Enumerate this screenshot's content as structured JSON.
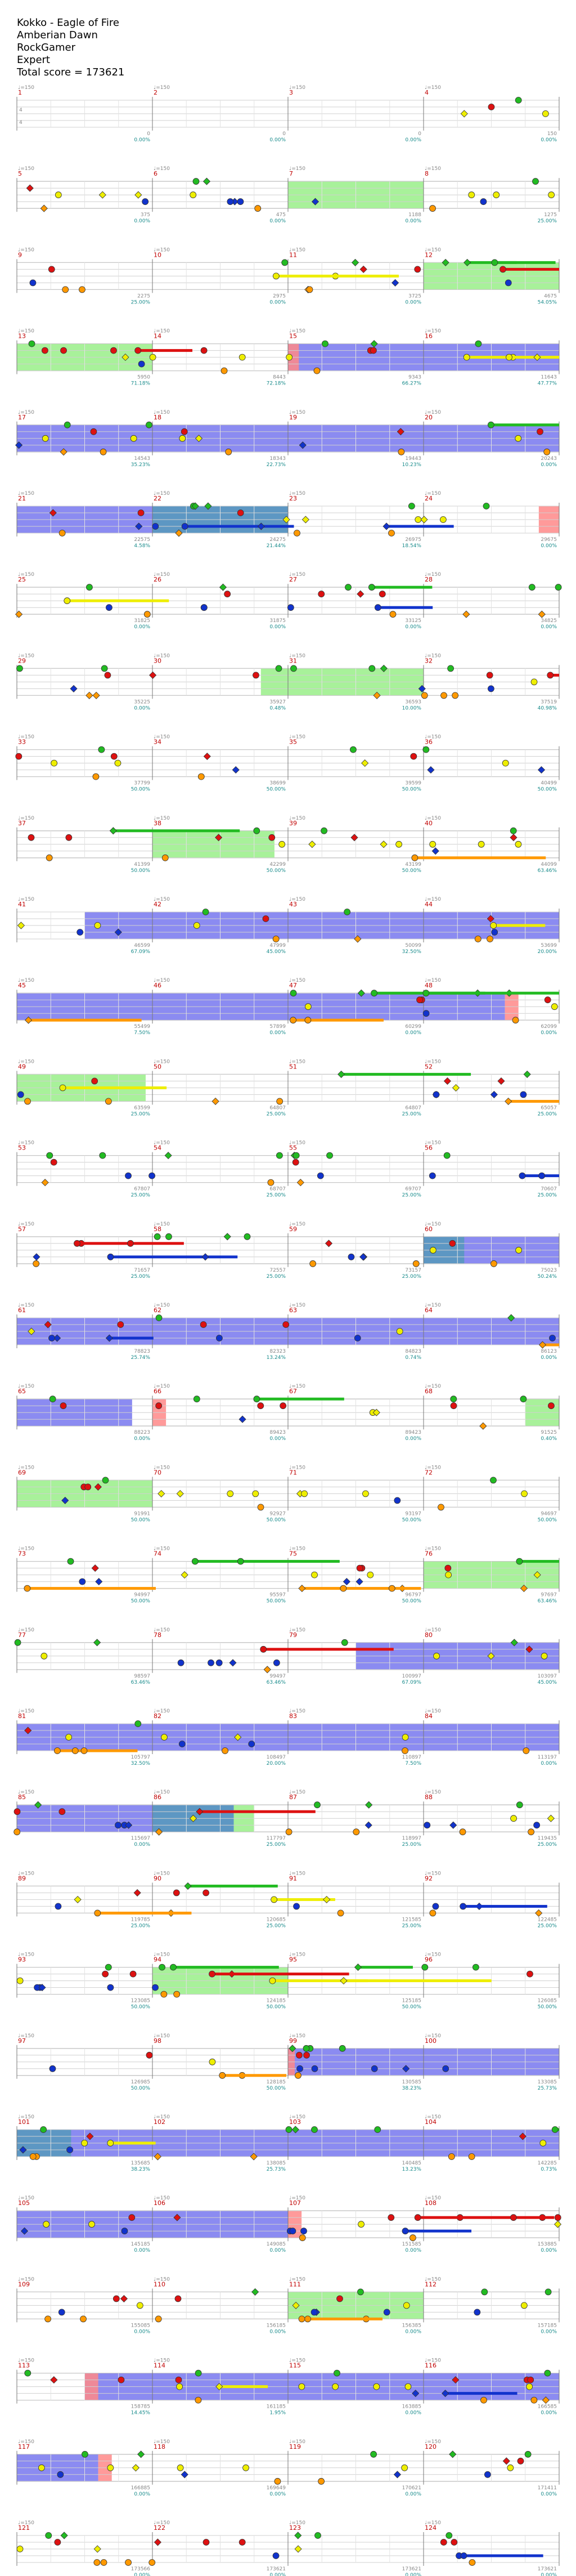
{
  "header": {
    "song": "Kokko - Eagle of Fire",
    "artist": "Amberian Dawn",
    "charter": "RockGamer",
    "difficulty": "Expert",
    "total_score": "Total score = 173621"
  },
  "time_signature": {
    "top": "4",
    "bottom": "4"
  },
  "colors": {
    "green": "#22bb22",
    "red": "#dd1111",
    "yellow": "#eeee00",
    "blue": "#1133cc",
    "orange": "#ff9900",
    "sp_blue": "#7777ee",
    "sp_green": "#99ee88",
    "sp_red": "#ff8888",
    "sp_teal": "#5599bb",
    "measure_num": "#c00000",
    "pct": "#1a8c8c"
  },
  "rows": [
    {
      "measures": [
        "1",
        "2",
        "3",
        "4"
      ],
      "scores": [
        "0",
        "0",
        "0",
        "150"
      ],
      "pcts": [
        "0.00%",
        "0.00%",
        "0.00%",
        "0.00%"
      ]
    },
    {
      "measures": [
        "5",
        "6",
        "7",
        "8"
      ],
      "scores": [
        "375",
        "475",
        "1188",
        "1275"
      ],
      "pcts": [
        "0.00%",
        "0.00%",
        "0.00%",
        "25.00%"
      ]
    },
    {
      "measures": [
        "9",
        "10",
        "11",
        "12"
      ],
      "scores": [
        "2275",
        "2975",
        "3725",
        "4675"
      ],
      "pcts": [
        "25.00%",
        "0.00%",
        "0.00%",
        "54.05%"
      ]
    },
    {
      "measures": [
        "13",
        "14",
        "15",
        "16"
      ],
      "scores": [
        "5950",
        "8443",
        "9343",
        "11643"
      ],
      "pcts": [
        "71.18%",
        "72.18%",
        "66.27%",
        "47.77%"
      ]
    },
    {
      "measures": [
        "17",
        "18",
        "19",
        "20"
      ],
      "scores": [
        "14543",
        "18343",
        "19443",
        "20243"
      ],
      "pcts": [
        "35.23%",
        "22.73%",
        "10.23%",
        "0.00%"
      ]
    },
    {
      "measures": [
        "21",
        "22",
        "23",
        "24"
      ],
      "scores": [
        "22575",
        "24275",
        "26975",
        "29675"
      ],
      "pcts": [
        "4.58%",
        "21.44%",
        "18.54%",
        "0.00%"
      ]
    },
    {
      "measures": [
        "25",
        "26",
        "27",
        "28"
      ],
      "scores": [
        "31825",
        "31875",
        "33125",
        "34825"
      ],
      "pcts": [
        "0.00%",
        "0.00%",
        "0.00%",
        "0.00%"
      ]
    },
    {
      "measures": [
        "29",
        "30",
        "31",
        "32"
      ],
      "scores": [
        "35225",
        "35927",
        "36593",
        "37519"
      ],
      "pcts": [
        "0.00%",
        "0.48%",
        "10.00%",
        "40.98%"
      ]
    },
    {
      "measures": [
        "33",
        "34",
        "35",
        "36"
      ],
      "scores": [
        "37799",
        "38699",
        "39599",
        "40499"
      ],
      "pcts": [
        "50.00%",
        "50.00%",
        "50.00%",
        "50.00%"
      ]
    },
    {
      "measures": [
        "37",
        "38",
        "39",
        "40"
      ],
      "scores": [
        "41399",
        "42299",
        "43199",
        "44099"
      ],
      "pcts": [
        "50.00%",
        "50.00%",
        "50.00%",
        "63.46%"
      ]
    },
    {
      "measures": [
        "41",
        "42",
        "43",
        "44"
      ],
      "scores": [
        "46599",
        "47999",
        "50099",
        "53699"
      ],
      "pcts": [
        "67.09%",
        "45.00%",
        "32.50%",
        "20.00%"
      ]
    },
    {
      "measures": [
        "45",
        "46",
        "47",
        "48"
      ],
      "scores": [
        "55499",
        "57899",
        "60299",
        "62099"
      ],
      "pcts": [
        "7.50%",
        "0.00%",
        "0.00%",
        "0.00%"
      ]
    },
    {
      "measures": [
        "49",
        "50",
        "51",
        "52"
      ],
      "scores": [
        "63599",
        "64807",
        "64807",
        "65057"
      ],
      "pcts": [
        "25.00%",
        "25.00%",
        "25.00%",
        "25.00%"
      ]
    },
    {
      "measures": [
        "53",
        "54",
        "55",
        "56"
      ],
      "scores": [
        "67807",
        "68707",
        "69707",
        "70607"
      ],
      "pcts": [
        "25.00%",
        "25.00%",
        "25.00%",
        "25.00%"
      ]
    },
    {
      "measures": [
        "57",
        "58",
        "59",
        "60"
      ],
      "scores": [
        "71657",
        "72557",
        "73157",
        "75023"
      ],
      "pcts": [
        "25.00%",
        "25.00%",
        "25.00%",
        "50.24%"
      ]
    },
    {
      "measures": [
        "61",
        "62",
        "63",
        "64"
      ],
      "scores": [
        "78823",
        "82323",
        "84823",
        "86123"
      ],
      "pcts": [
        "25.74%",
        "13.24%",
        "0.74%",
        "0.00%"
      ]
    },
    {
      "measures": [
        "65",
        "66",
        "67",
        "68"
      ],
      "scores": [
        "88223",
        "89423",
        "89423",
        "91525"
      ],
      "pcts": [
        "0.00%",
        "0.00%",
        "0.00%",
        "0.40%"
      ]
    },
    {
      "measures": [
        "69",
        "70",
        "71",
        "72"
      ],
      "scores": [
        "91991",
        "92927",
        "93197",
        "94697"
      ],
      "pcts": [
        "50.00%",
        "50.00%",
        "50.00%",
        "50.00%"
      ]
    },
    {
      "measures": [
        "73",
        "74",
        "75",
        "76"
      ],
      "scores": [
        "94997",
        "95597",
        "96797",
        "97697"
      ],
      "pcts": [
        "50.00%",
        "50.00%",
        "50.00%",
        "63.46%"
      ]
    },
    {
      "measures": [
        "77",
        "78",
        "79",
        "80"
      ],
      "scores": [
        "98597",
        "99497",
        "100997",
        "103097"
      ],
      "pcts": [
        "63.46%",
        "63.46%",
        "67.09%",
        "45.00%"
      ]
    },
    {
      "measures": [
        "81",
        "82",
        "83",
        "84"
      ],
      "scores": [
        "105797",
        "108497",
        "110897",
        "113197"
      ],
      "pcts": [
        "32.50%",
        "20.00%",
        "7.50%",
        "0.00%"
      ]
    },
    {
      "measures": [
        "85",
        "86",
        "87",
        "88"
      ],
      "scores": [
        "115697",
        "117797",
        "118997",
        "119435"
      ],
      "pcts": [
        "0.00%",
        "25.00%",
        "25.00%",
        "25.00%"
      ]
    },
    {
      "measures": [
        "89",
        "90",
        "91",
        "92"
      ],
      "scores": [
        "119785",
        "120685",
        "121585",
        "122485"
      ],
      "pcts": [
        "25.00%",
        "25.00%",
        "25.00%",
        "25.00%"
      ]
    },
    {
      "measures": [
        "93",
        "94",
        "95",
        "96"
      ],
      "scores": [
        "123085",
        "124185",
        "125185",
        "126085"
      ],
      "pcts": [
        "50.00%",
        "50.00%",
        "50.00%",
        "50.00%"
      ]
    },
    {
      "measures": [
        "97",
        "98",
        "99",
        "100"
      ],
      "scores": [
        "126985",
        "128185",
        "130585",
        "133085"
      ],
      "pcts": [
        "50.00%",
        "50.00%",
        "38.23%",
        "25.73%"
      ]
    },
    {
      "measures": [
        "101",
        "102",
        "103",
        "104"
      ],
      "scores": [
        "135685",
        "138085",
        "140485",
        "142285"
      ],
      "pcts": [
        "38.23%",
        "25.73%",
        "13.23%",
        "0.73%"
      ]
    },
    {
      "measures": [
        "105",
        "106",
        "107",
        "108"
      ],
      "scores": [
        "145185",
        "149085",
        "151585",
        "153885"
      ],
      "pcts": [
        "0.00%",
        "0.00%",
        "0.00%",
        "0.00%"
      ]
    },
    {
      "measures": [
        "109",
        "110",
        "111",
        "112"
      ],
      "scores": [
        "155085",
        "156185",
        "156385",
        "157185"
      ],
      "pcts": [
        "0.00%",
        "0.00%",
        "0.00%",
        "0.00%"
      ]
    },
    {
      "measures": [
        "113",
        "114",
        "115",
        "116"
      ],
      "scores": [
        "158785",
        "161185",
        "163885",
        "166585"
      ],
      "pcts": [
        "14.45%",
        "1.95%",
        "0.00%",
        "0.00%"
      ]
    },
    {
      "measures": [
        "117",
        "118",
        "119",
        "120"
      ],
      "scores": [
        "166885",
        "169649",
        "170621",
        "171411"
      ],
      "pcts": [
        "0.00%",
        "0.00%",
        "0.00%",
        "0.00%"
      ]
    },
    {
      "measures": [
        "121",
        "122",
        "123",
        "124"
      ],
      "scores": [
        "173566",
        "173621",
        "173621",
        "173621"
      ],
      "pcts": [
        "0.00%",
        "0.00%",
        "0.00%",
        "0.00%"
      ]
    }
  ]
}
